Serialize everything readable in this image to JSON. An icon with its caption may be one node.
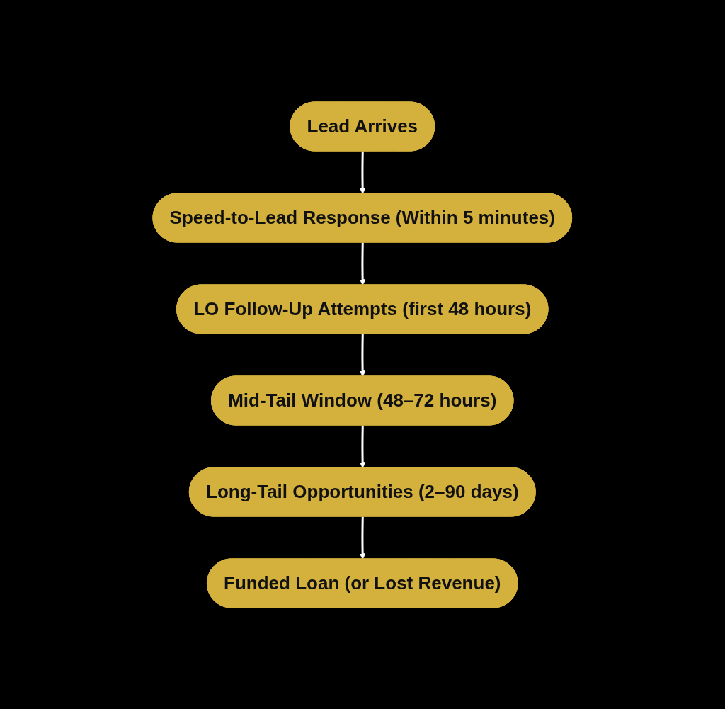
{
  "diagram": {
    "nodes": [
      {
        "text": [
          "Lead Arrives"
        ]
      },
      {
        "text": [
          "Speed-to-Lead Response (Within 5 minutes)"
        ]
      },
      {
        "text": [
          "LO Follow-Up Attempts (first 48 hours)"
        ]
      },
      {
        "text": [
          "Mid-Tail Window (48–72 hours)"
        ]
      },
      {
        "text": [
          "Long-Tail Opportunities (2–90 days)"
        ]
      },
      {
        "text": [
          "Funded Loan (or Lost Revenue)"
        ]
      }
    ],
    "edges": [
      {
        "from": 0,
        "to": 1,
        "arrow": "to"
      },
      {
        "from": 1,
        "to": 2,
        "arrow": "to"
      },
      {
        "from": 2,
        "to": 3,
        "arrow": "to"
      },
      {
        "from": 3,
        "to": 4,
        "arrow": "to"
      },
      {
        "from": 4,
        "to": 5,
        "arrow": "to"
      }
    ]
  }
}
